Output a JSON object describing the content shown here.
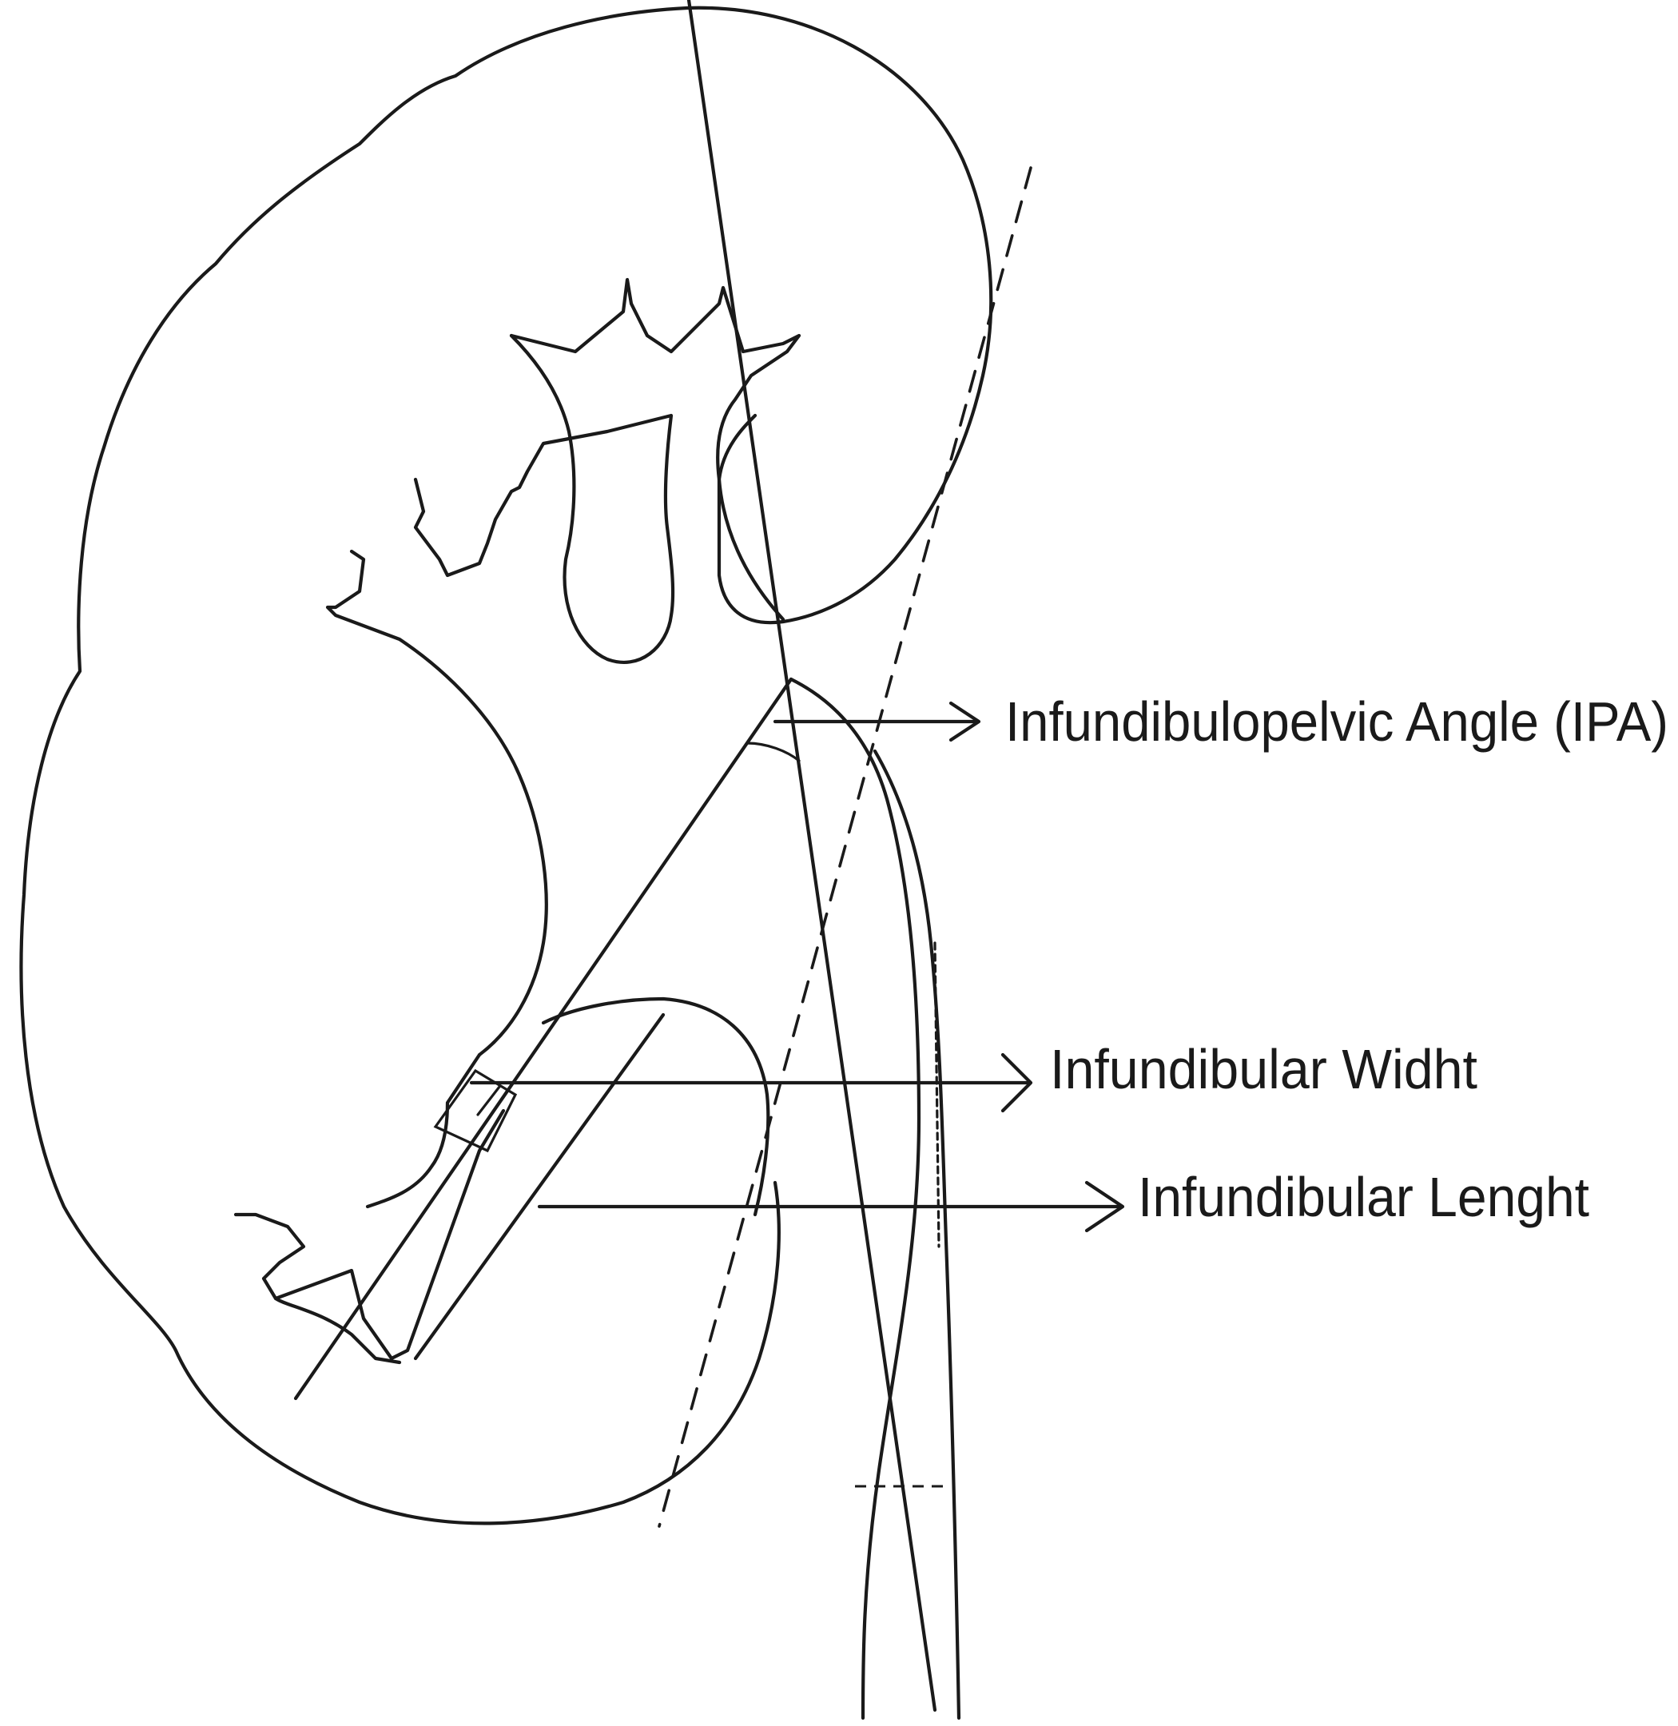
{
  "labels": {
    "ipa": "Infundibulopelvic Angle (IPA)",
    "width": "Infundibular Widht",
    "length": "Infundibular Lenght"
  }
}
